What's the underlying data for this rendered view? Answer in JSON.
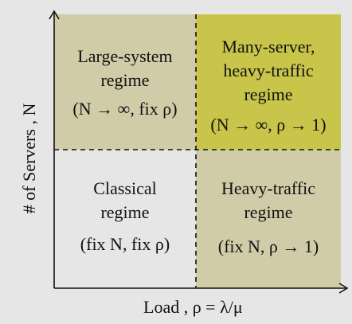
{
  "quadrants": {
    "top_left": {
      "title_line1": "Large-system",
      "title_line2": "regime",
      "condition": "(N → ∞, fix ρ)"
    },
    "top_right": {
      "title_line1": "Many-server,",
      "title_line2": "heavy-traffic",
      "title_line3": "regime",
      "condition": "(N → ∞, ρ → 1)"
    },
    "bottom_left": {
      "title_line1": "Classical",
      "title_line2": "regime",
      "condition": "(fix N, fix ρ)"
    },
    "bottom_right": {
      "title_line1": "Heavy-traffic",
      "title_line2": "regime",
      "condition": "(fix N, ρ → 1)"
    }
  },
  "axes": {
    "y_title": "# of Servers , N",
    "x_title": "Load , ρ = λ/μ"
  },
  "colors": {
    "background": "#e6e6e6",
    "muted_olive": "#d0cca8",
    "bright_olive": "#c9c54a"
  }
}
